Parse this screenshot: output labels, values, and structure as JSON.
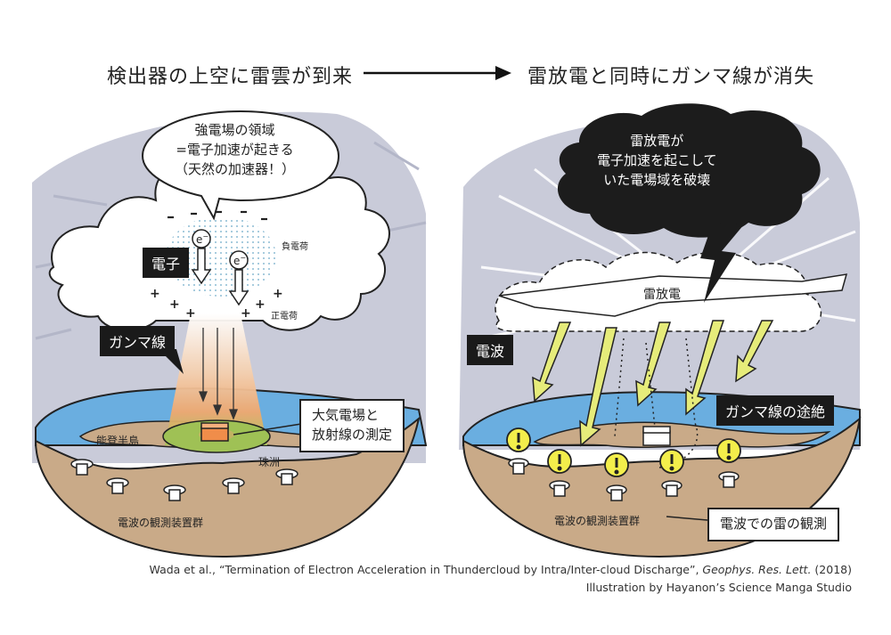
{
  "left_panel": {
    "title": "検出器の上空に雷雲が到来",
    "bubble_lines": [
      "強電場の領域",
      "=電子加速が起きる",
      "（天然の加速器！）"
    ],
    "negative_charge": "負電荷",
    "positive_charge": "正電荷",
    "electron_label": "電子",
    "electron_symbol": "e",
    "electron_sign": "−",
    "gamma_label": "ガンマ線",
    "measurement_lines": [
      "大気電場と",
      "放射線の測定"
    ],
    "peninsula": "能登半島",
    "pearl_island": "珠洲",
    "radio_array": "電波の観測装置群"
  },
  "right_panel": {
    "title": "雷放電と同時にガンマ線が消失",
    "cloud_lines": [
      "雷放電が",
      "電子加速を起こして",
      "いた電場域を破壊"
    ],
    "discharge_label": "雷放電",
    "radio_wave_label": "電波",
    "gamma_cutoff_label": "ガンマ線の途絶",
    "radio_array": "電波の観測装置群",
    "radio_observation": "電波での雷の観測"
  },
  "credit": {
    "authors": "Wada et al.,",
    "paper_title": "“Termination of Electron Acceleration in Thundercloud by Intra/Inter-cloud Discharge”",
    "journal": "Geophys. Res. Lett.",
    "year": "(2018)",
    "illustration": "Illustration by Hayanon’s Science Manga Studio"
  },
  "colors": {
    "sky": "#c9cbd9",
    "sea": "#6aaee0",
    "land": "#c9aa88",
    "arrow_yellow": "#e6ec7a",
    "dark_cloud": "#1c1c1c"
  }
}
